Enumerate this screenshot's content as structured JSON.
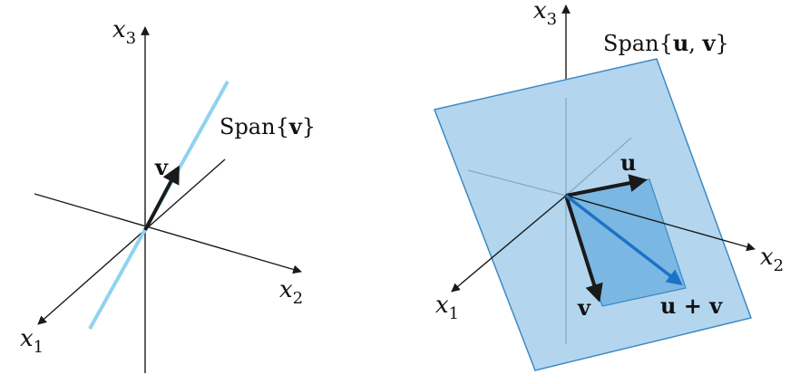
{
  "left_figure": {
    "axis_labels": {
      "x1": "x",
      "x1_sub": "1",
      "x2": "x",
      "x2_sub": "2",
      "x3": "x",
      "x3_sub": "3"
    },
    "vector_label": "v",
    "span_label_prefix": "Span{",
    "span_label_vector": "v",
    "span_label_suffix": "}"
  },
  "right_figure": {
    "axis_labels": {
      "x1": "x",
      "x1_sub": "1",
      "x2": "x",
      "x2_sub": "2",
      "x3": "x",
      "x3_sub": "3"
    },
    "vector_u_label": "u",
    "vector_v_label": "v",
    "sum_label": "u + v",
    "span_label_prefix": "Span{",
    "span_label_u": "u",
    "span_label_sep": ", ",
    "span_label_v": "v",
    "span_label_suffix": "}"
  },
  "colors": {
    "line": "#1a1a1a",
    "span_line": "#8fd3ef",
    "plane_fill": "#b3d6ee",
    "plane_edge": "#3d8ac4",
    "parallelogram": "#7bb7e3",
    "sum_vector": "#1a73c7",
    "hidden_axis": "#8aa9c0"
  }
}
